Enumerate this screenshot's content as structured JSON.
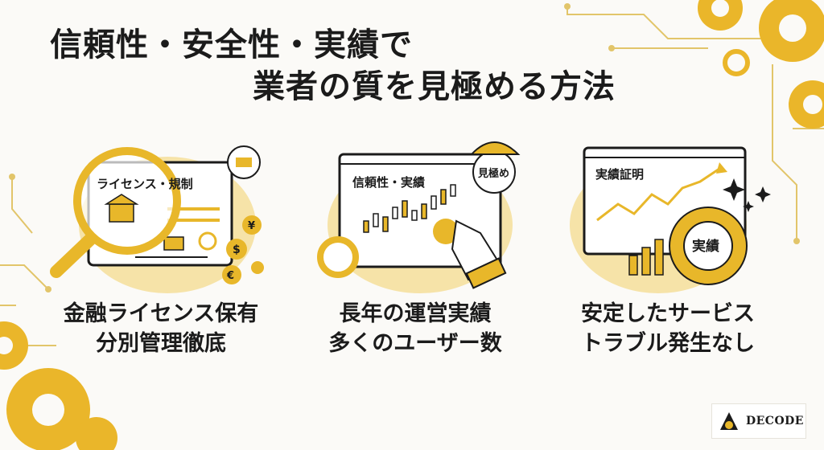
{
  "title": {
    "line1": "信頼性・安全性・実績で",
    "line2": "業者の質を見極める方法"
  },
  "cards": [
    {
      "card_label": "ライセンス・規制",
      "caption_line1": "金融ライセンス保有",
      "caption_line2": "分別管理徹底"
    },
    {
      "card_label": "信頼性・実績",
      "badge": "見極め",
      "caption_line1": "長年の運営実績",
      "caption_line2": "多くのユーザー数"
    },
    {
      "card_label": "実績証明",
      "badge": "実績",
      "caption_line1": "安定したサービス",
      "caption_line2": "トラブル発生なし"
    }
  ],
  "currency_symbols": {
    "yen": "¥",
    "dollar": "$",
    "euro": "€"
  },
  "logo": {
    "text": "DECODE"
  },
  "colors": {
    "gold": "#e8b72a",
    "light_gold": "#f6e3a8",
    "dark": "#1b1b1b",
    "bg": "#fbfaf7"
  }
}
